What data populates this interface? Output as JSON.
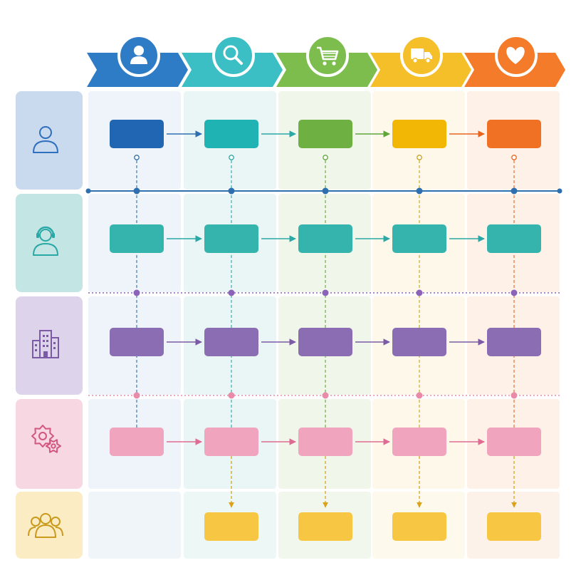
{
  "stages": [
    {
      "icon": "user-icon",
      "color": "#2e7cc6"
    },
    {
      "icon": "search-icon",
      "color": "#3cbfc4"
    },
    {
      "icon": "cart-icon",
      "color": "#7cbd4e"
    },
    {
      "icon": "truck-icon",
      "color": "#f5bf2a"
    },
    {
      "icon": "heart-icon",
      "color": "#f47b2a"
    }
  ],
  "lanes": [
    {
      "icon": "customer-icon",
      "color": "#2e6fbf",
      "label_bg": "#c9d9ee",
      "line": "solid",
      "line_color": "#2e6faf"
    },
    {
      "icon": "support-agent-icon",
      "color": "#2aa8a6",
      "label_bg": "#c3e6e4",
      "line": "dotted",
      "line_color": "#8b63b8"
    },
    {
      "icon": "building-icon",
      "color": "#7b5aa6",
      "label_bg": "#ddd3ea",
      "line": "dotted",
      "line_color": "#e98aa8"
    },
    {
      "icon": "gear-settings-icon",
      "color": "#d2577f",
      "label_bg": "#f6d7e2",
      "line": null,
      "line_color": null
    },
    {
      "icon": "team-icon",
      "color": "#c99a1c",
      "label_bg": "#fbecc4",
      "line": null,
      "line_color": null
    }
  ],
  "boxes": {
    "lane1": [
      "#2166b3",
      "#1fb3b3",
      "#6fb043",
      "#f2b705",
      "#f07124"
    ],
    "lane2": "#35b4ae",
    "lane3": "#8b6db3",
    "lane4": "#f1a4bd",
    "lane5": "#f7c744"
  },
  "column_tints": [
    "#eef4fa",
    "#eaf6f5",
    "#f0f6ea",
    "#fdf8ea",
    "#fdf1e8"
  ]
}
